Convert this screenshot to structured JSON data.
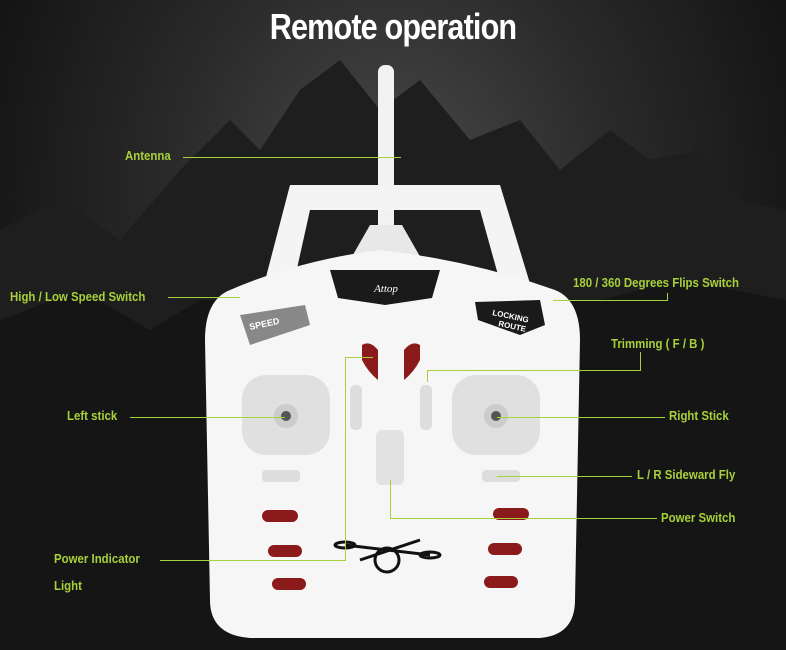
{
  "title": "Remote operation",
  "brand_logo": "Attop",
  "controller_text": {
    "speed": "SPEED",
    "locking": "LOCKING",
    "route": "ROUTE"
  },
  "labels": {
    "antenna": "Antenna",
    "speed_switch": "High / Low Speed Switch",
    "flips_switch": "180 / 360 Degrees Flips Switch",
    "trimming": "Trimming ( F / B )",
    "left_stick": "Left stick",
    "right_stick": "Right Stick",
    "sideward": "L / R Sideward Fly",
    "power_switch": "Power Switch",
    "power_indicator": "Power Indicator",
    "power_indicator_2": "Light"
  },
  "colors": {
    "label": "#a6d13a",
    "accent_red": "#8b1a1a"
  }
}
